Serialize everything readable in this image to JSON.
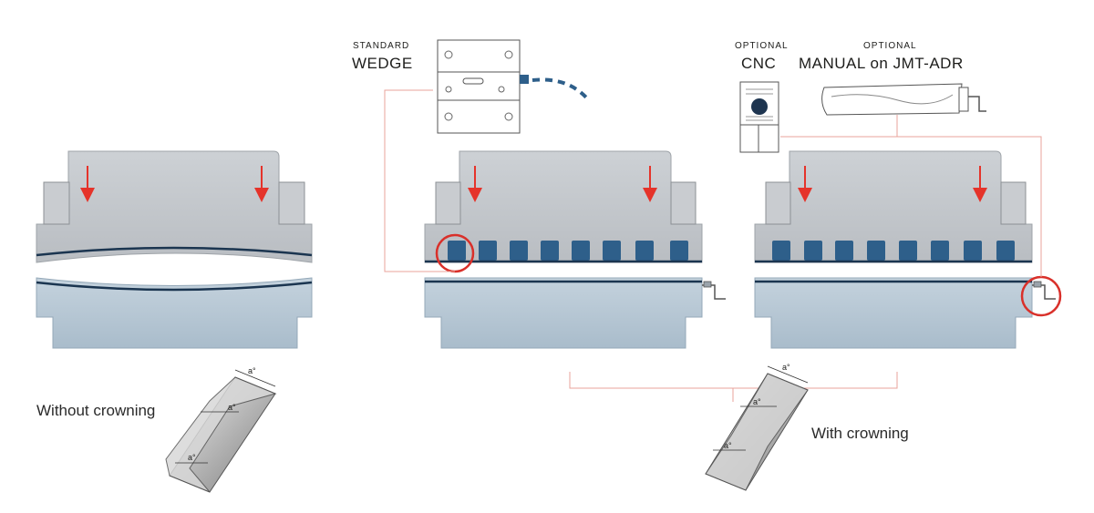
{
  "labels": {
    "standard_top": "STANDARD",
    "standard_bottom": "WEDGE",
    "cnc_top": "OPTIONAL",
    "cnc_bottom": "CNC",
    "manual_top": "OPTIONAL",
    "manual_bottom": "MANUAL on JMT-ADR",
    "without_crowning": "Without crowning",
    "with_crowning": "With crowning",
    "angle_symbol": "a°"
  },
  "colors": {
    "ram_gray": "#c2c6cb",
    "bed_blue": "#b5c6d3",
    "wedge_blue": "#2e5f8a",
    "arrow_red": "#e5332a",
    "line_dark": "#1b3550",
    "connector_red": "#e8a39b",
    "highlight_circle": "#d9302a"
  },
  "icons": [
    "down-arrow-icon",
    "crank-handle-icon",
    "highlight-circle-icon"
  ]
}
